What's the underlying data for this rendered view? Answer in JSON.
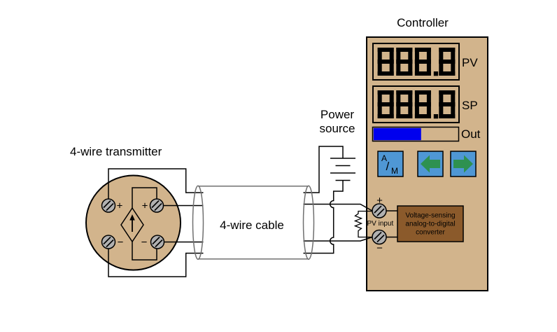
{
  "colors": {
    "panel_tan": "#D2B48C",
    "converter_brown": "#8B5A2B",
    "button_blue": "#4F97D4",
    "arrow_green": "#2E9150",
    "out_blue": "#0000EE",
    "screw_gray": "#B0B0B0",
    "cable_gray": "#707070",
    "display_digit": "#000000",
    "pv_input_text": "#16164E",
    "white": "#FFFFFF"
  },
  "transmitter": {
    "label": "4-wire transmitter",
    "plus": "+",
    "minus": "−"
  },
  "cable": {
    "label": "4-wire cable"
  },
  "power_source": {
    "line1": "Power",
    "line2": "source"
  },
  "controller": {
    "title": "Controller",
    "pv_display": {
      "value": "888.8",
      "label": "PV"
    },
    "sp_display": {
      "value": "888.8",
      "label": "SP"
    },
    "out_bar": {
      "label": "Out",
      "fill_width": "68",
      "fill_percent": 56
    },
    "am_button": {
      "a": "A",
      "slash": "/",
      "m": "M"
    },
    "pv_input": {
      "label": "PV input",
      "plus": "+",
      "minus": "−"
    },
    "converter": {
      "line1": "Voltage-sensing",
      "line2": "analog-to-digital",
      "line3": "converter"
    }
  }
}
